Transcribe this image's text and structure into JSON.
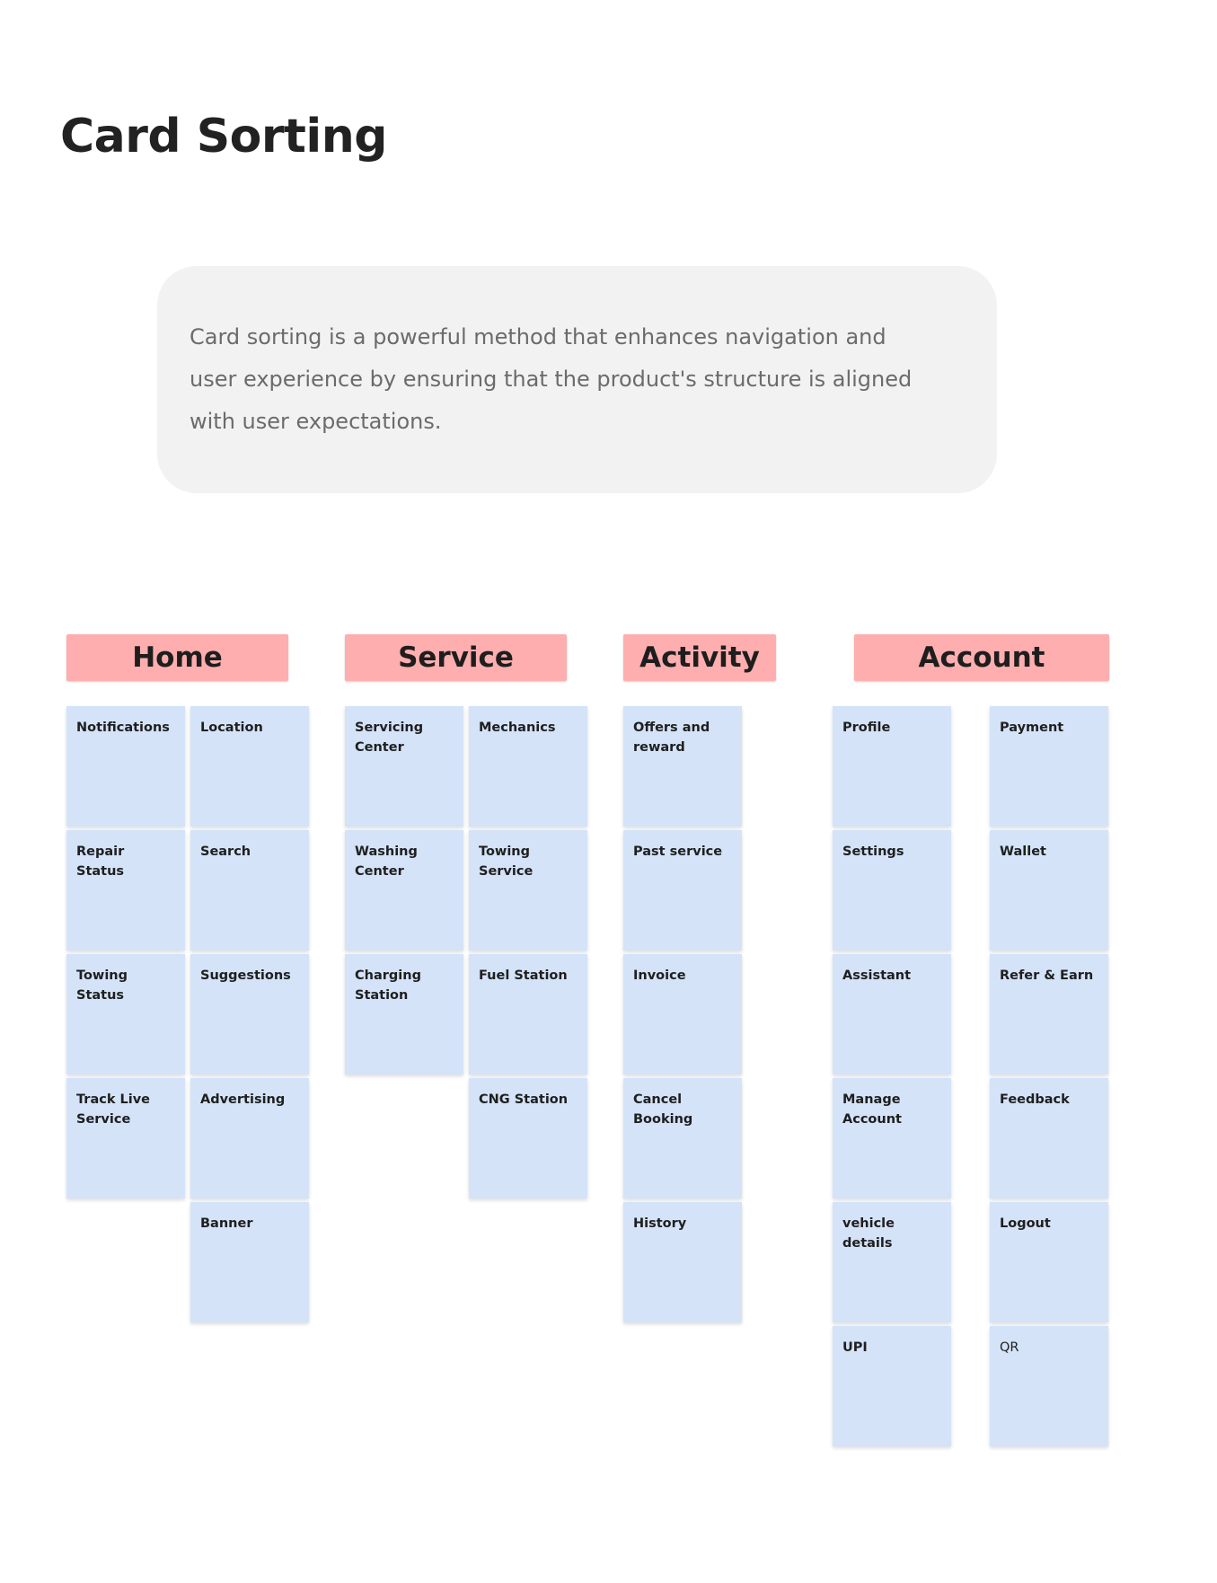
{
  "title": "Card Sorting",
  "intro": "Card sorting is a powerful method that enhances navigation and user experience by ensuring that the product's structure is aligned with user expectations.",
  "colors": {
    "header": "#feaeae",
    "card": "#d4e3f8",
    "intro_bg": "#f2f2f2"
  },
  "groups": [
    {
      "name": "Home",
      "columns": [
        [
          "Notifications",
          "Repair Status",
          "Towing Status",
          "Track Live Service"
        ],
        [
          "Location",
          "Search",
          "Suggestions",
          "Advertising",
          "Banner"
        ]
      ]
    },
    {
      "name": "Service",
      "columns": [
        [
          "Servicing Center",
          "Washing Center",
          "Charging Station"
        ],
        [
          "Mechanics",
          "Towing Service",
          "Fuel Station",
          "CNG Station"
        ]
      ]
    },
    {
      "name": "Activity",
      "columns": [
        [
          "Offers and reward",
          "Past service",
          "Invoice",
          "Cancel Booking",
          "History"
        ]
      ]
    },
    {
      "name": "Account",
      "columns": [
        [
          "Profile",
          "Settings",
          "Assistant",
          "Manage Account",
          "vehicle details",
          "UPI"
        ],
        [
          "Payment",
          "Wallet",
          "Refer & Earn",
          "Feedback",
          "Logout",
          "QR"
        ]
      ]
    }
  ]
}
